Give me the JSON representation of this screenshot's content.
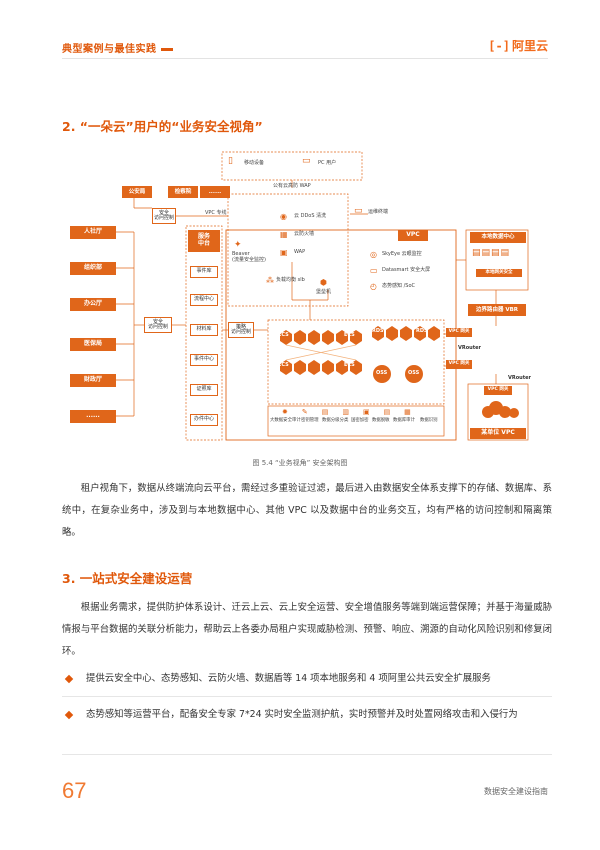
{
  "header": {
    "section": "典型案例与最佳实践",
    "logo_text": "阿里云",
    "logo_mark": "[-]"
  },
  "sections": [
    {
      "heading": "2. “一朵云”用户的“业务安全视角”"
    },
    {
      "heading": "3. 一站式安全建设运营"
    }
  ],
  "diagram": {
    "top_devices": [
      "移动设备",
      "PC 用户"
    ],
    "public_wap": "公有云高防 WAP",
    "agencies": [
      "公安局",
      "检察院",
      "......"
    ],
    "safe_access_top": "安全\n访问控制",
    "vpc_line": "VPC 专线",
    "departments": [
      "人社厅",
      "组织部",
      "办公厅",
      "医保局",
      "财政厅",
      "......"
    ],
    "business_center_title": "服务\n中台",
    "business_center_items": [
      "事件库",
      "流程中心",
      "材料库",
      "事件中心",
      "证照库",
      "办件中心"
    ],
    "safe_access_left": "安全\n访问控制",
    "strategy_access": "策略\n访问控制",
    "beaver": "Beaver\n(流量安全监控)",
    "cloud_services": [
      "云 DDoS 清洗",
      "云防火墙",
      "WAP"
    ],
    "slb": "负载均衡 slb",
    "bastion": "堡垒机",
    "ops_terminal": "运维终端",
    "vpc_label": "VPC",
    "monitor_items": [
      "SkyEye 云眼监控",
      "Datasmart 安全大屏",
      "态势感知 /SoC"
    ],
    "ecs": [
      "ECS",
      "ECS",
      "ECS",
      "ECS"
    ],
    "rds": [
      "RDS",
      "RDS"
    ],
    "oss": [
      "OSS",
      "OSS"
    ],
    "data_tools": [
      "大数据安全审计",
      "密钥管理",
      "数据分级分类",
      "国密加密",
      "数据脱敏",
      "数据库审计",
      "数据识别"
    ],
    "local_dc": "本地数据中心",
    "local_secure": "本地网关安全",
    "vbr": "边界路由器 VBR",
    "vpc_gateway_1": "VPC 网关",
    "vrouter_1": "VRouter",
    "vpc_gateway_2": "VPC 网关",
    "vpc_gateway_3": "VPC 网关",
    "vrouter_2": "VRouter",
    "unit_vpc": "某单位 VPC"
  },
  "caption": "图 5.4 “业务视角” 安全架构图",
  "paragraph_1": "租户视角下，数据从终端流向云平台，需经过多重验证过滤，最后进入由数据安全体系支撑下的存储、数据库、系统中，在复杂业务中，涉及到与本地数据中心、其他 VPC 以及数据中台的业务交互，均有严格的访问控制和隔离策略。",
  "paragraph_2": "根据业务需求，提供防护体系设计、迁云上云、云上安全运营、安全增值服务等端到端运营保障；并基于海量威胁情报与平台数据的关联分析能力，帮助云上各委办局租户实现威胁检测、预警、响应、溯源的自动化风险识别和修复闭环。",
  "bullets": [
    "提供云安全中心、态势感知、云防火墙、数据盾等 14 项本地服务和 4 项阿里公共云安全扩展服务",
    "态势感知等运营平台，配备安全专家 7*24 实时安全监测护航，实时预警并及时处置网络攻击和入侵行为"
  ],
  "footer": {
    "page_number": "67",
    "title": "数据安全建设指南"
  },
  "colors": {
    "accent": "#e0580b",
    "diagram_orange": "#e0661a"
  }
}
